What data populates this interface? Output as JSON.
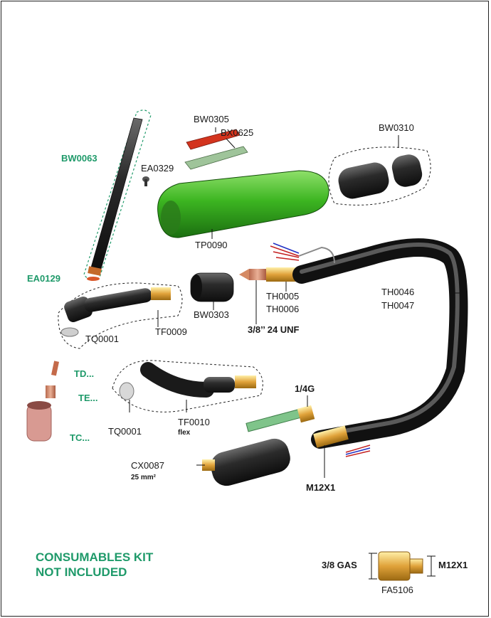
{
  "colors": {
    "green_label": "#1f9a6a",
    "handle_green": "#3cb521",
    "hose_dark": "#2b2b2b",
    "brass": "#e0a23a",
    "copper": "#d58a64"
  },
  "labels": {
    "bw0063": "BW0063",
    "bw0305": "BW0305",
    "bx0625": "BX0625",
    "ea0329": "EA0329",
    "bw0310": "BW0310",
    "tp0090": "TP0090",
    "ea0129": "EA0129",
    "bw0303": "BW0303",
    "th0005": "TH0005",
    "th0006": "TH0006",
    "thread_38": "3/8’’ 24 UNF",
    "th0046": "TH0046",
    "th0047": "TH0047",
    "tq0001_a": "TQ0001",
    "tf0009": "TF0009",
    "td": "TD...",
    "te": "TE...",
    "tc": "TC...",
    "tq0001_b": "TQ0001",
    "tf0010": "TF0010",
    "flex": "flex",
    "g14": "1/4G",
    "cx0087": "CX0087",
    "mm25": "25 mm²",
    "m12x1": "M12X1",
    "gas38": "3/8 GAS",
    "m12x1_b": "M12X1",
    "fa5106": "FA5106"
  },
  "footer": {
    "line1": "CONSUMABLES KIT",
    "line2": "NOT INCLUDED"
  }
}
